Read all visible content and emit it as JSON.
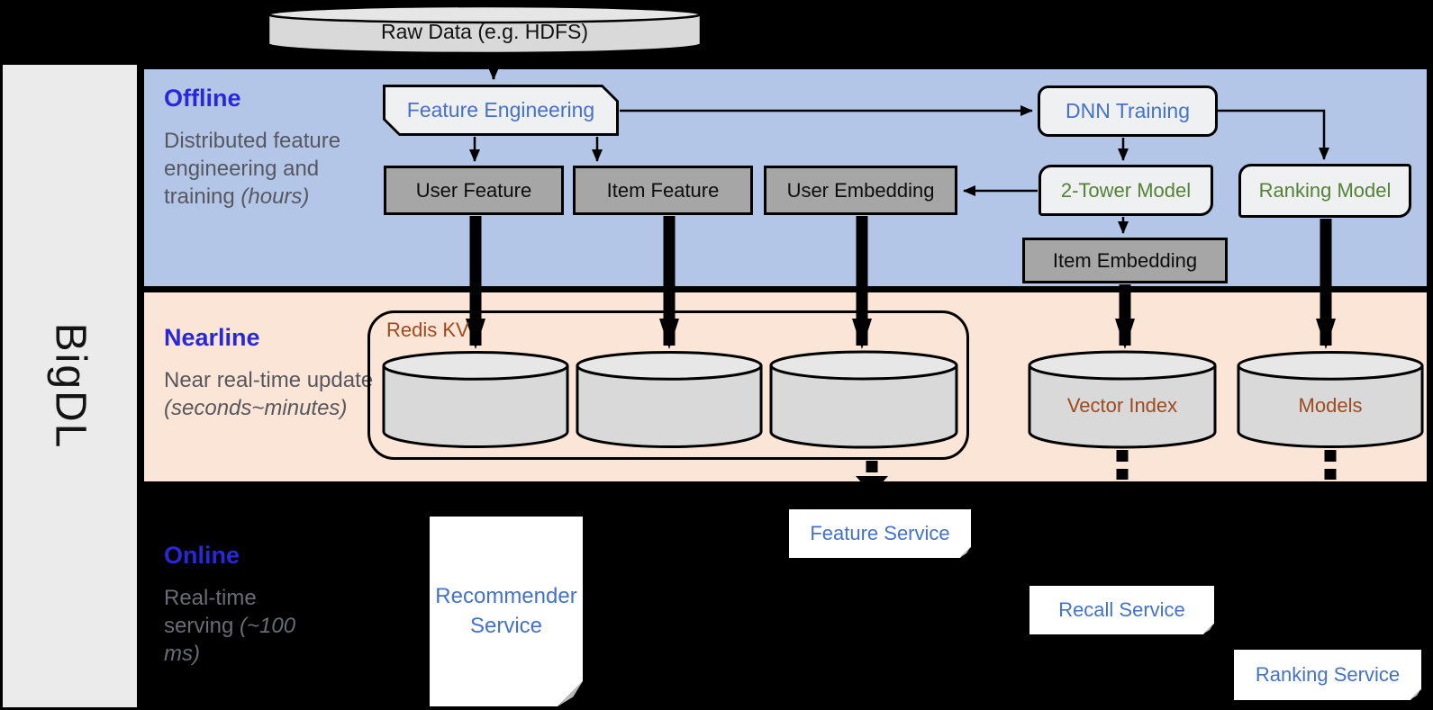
{
  "brand": "BigDL",
  "raw_data_label": "Raw Data (e.g. HDFS)",
  "sections": {
    "offline": {
      "title": "Offline",
      "desc": "Distributed feature engineering and training ",
      "note": "(hours)"
    },
    "nearline": {
      "title": "Nearline",
      "desc": "Near real-time update ",
      "note": "(seconds~minutes)"
    },
    "online": {
      "title": "Online",
      "desc": "Real-time serving ",
      "note": "(~100 ms)"
    }
  },
  "nodes": {
    "feature_engineering": "Feature Engineering",
    "dnn_training": "DNN Training",
    "user_feature": "User Feature",
    "item_feature": "Item Feature",
    "user_embedding": "User Embedding",
    "two_tower_model": "2-Tower Model",
    "ranking_model": "Ranking Model",
    "item_embedding": "Item Embedding",
    "redis_kv": "Redis KV",
    "vector_index": "Vector Index",
    "models": "Models",
    "recommender_service": "Recommender Service",
    "feature_service": "Feature Service",
    "recall_service": "Recall Service",
    "ranking_service": "Ranking Service"
  },
  "colors": {
    "background": "#000000",
    "offline_band": "#b3c6e7",
    "nearline_band": "#fbe5d6",
    "sidebar": "#ebebeb",
    "section_title_blue": "#2828d8",
    "node_text_blue": "#4472c4",
    "node_text_green": "#548235",
    "node_text_brown": "#9d4a1e",
    "gray_box": "#a6a6a6",
    "light_box": "#eef0f2",
    "cylinder": "#d9d9d9",
    "white_box": "#ffffff"
  }
}
